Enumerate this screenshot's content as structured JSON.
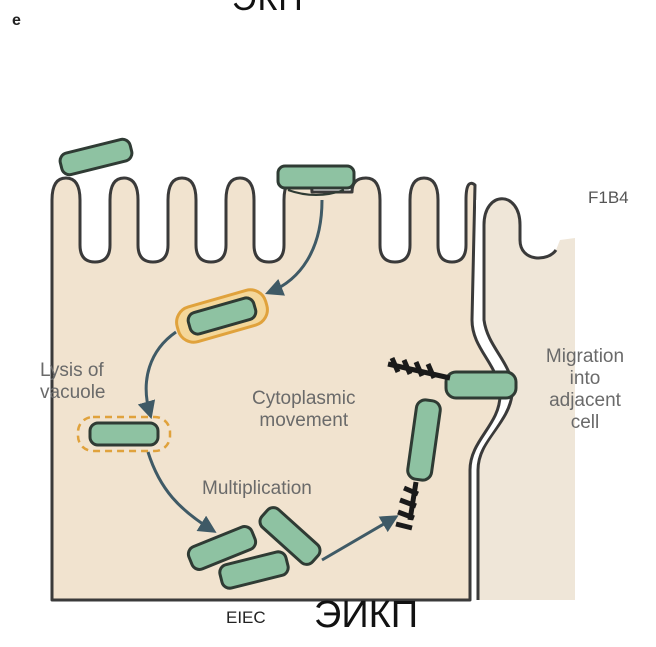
{
  "panel_letter": "e",
  "top_title": "ЭКП",
  "code": "F1B4",
  "labels": {
    "lysis": [
      "Lysis of",
      "vacuole"
    ],
    "cytoplasmic": [
      "Cytoplasmic",
      "movement"
    ],
    "multiplication": "Multiplication",
    "migration": [
      "Migration",
      "into",
      "adjacent",
      "cell"
    ]
  },
  "organism": "EIEC",
  "organism_ru": "ЭИКП",
  "colors": {
    "cell_fill": "#f1e3cf",
    "cell_outline": "#3a3a3a",
    "bacterium_fill": "#8ec2a2",
    "vacuole": "#e8b24a",
    "arrow": "#3f5a66",
    "actin": "#1a1a1a"
  }
}
